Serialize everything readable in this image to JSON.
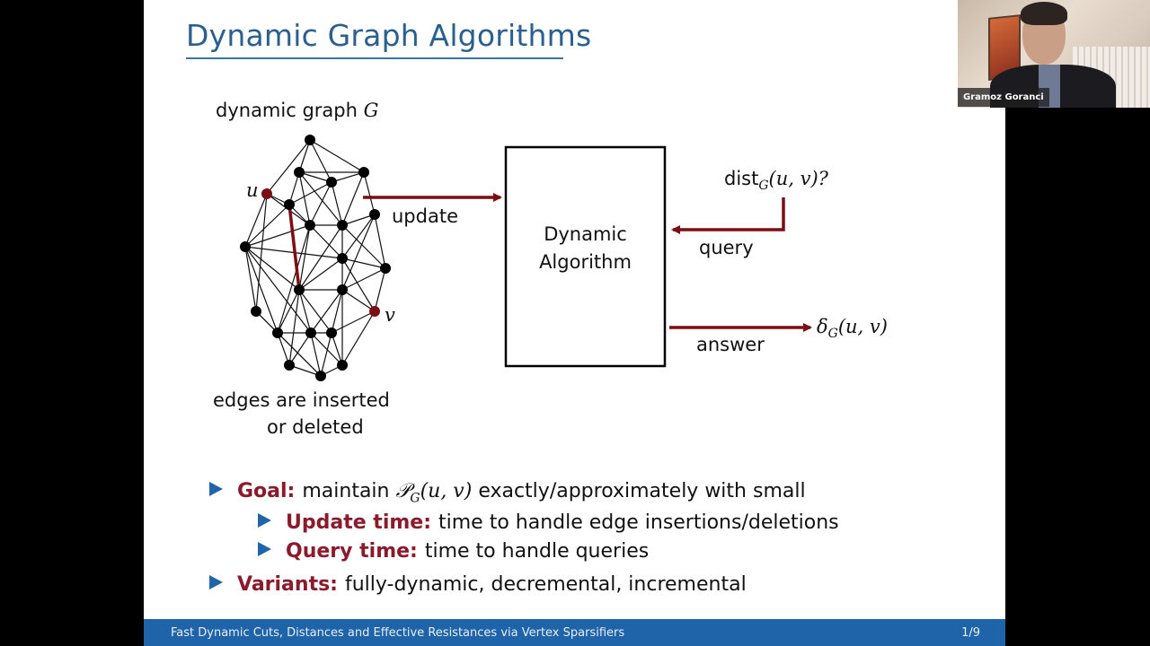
{
  "slide": {
    "title": "Dynamic Graph Algorithms",
    "diagram": {
      "graph_label": "dynamic graph",
      "graph_symbol": "G",
      "node_u_label": "u",
      "node_v_label": "v",
      "graph_caption_line1": "edges are inserted",
      "graph_caption_line2": "or deleted",
      "update_label": "update",
      "box_line1": "Dynamic",
      "box_line2": "Algorithm",
      "query_expr_prefix": "dist",
      "query_expr_sub": "G",
      "query_expr_args": "(u, v)?",
      "query_label": "query",
      "answer_label": "answer",
      "answer_expr_prefix": "δ",
      "answer_expr_sub": "G",
      "answer_expr_args": "(u, v)"
    },
    "bullets": [
      {
        "keyword": "Goal:",
        "text_before": "maintain",
        "math": "𝒫",
        "math_sub": "G",
        "math_args": "(u, v)",
        "text_after": "exactly/approximately with small"
      },
      {
        "keyword": "Update time:",
        "text": "time to handle edge insertions/deletions",
        "level": 2
      },
      {
        "keyword": "Query time:",
        "text": "time to handle queries",
        "level": 2
      },
      {
        "keyword": "Variants:",
        "text": "fully-dynamic, decremental, incremental",
        "level": 1
      }
    ],
    "footer": {
      "title": "Fast Dynamic Cuts, Distances and Effective Resistances via Vertex Sparsifiers",
      "page": "1/9"
    },
    "colors": {
      "title": "#2a5f8f",
      "accent_red": "#7b0d14",
      "keyword": "#8b1a2b",
      "bullet": "#2264a8",
      "footer_bg": "#1f64a8"
    }
  },
  "webcam": {
    "participant_name": "Gramoz Goranci"
  }
}
